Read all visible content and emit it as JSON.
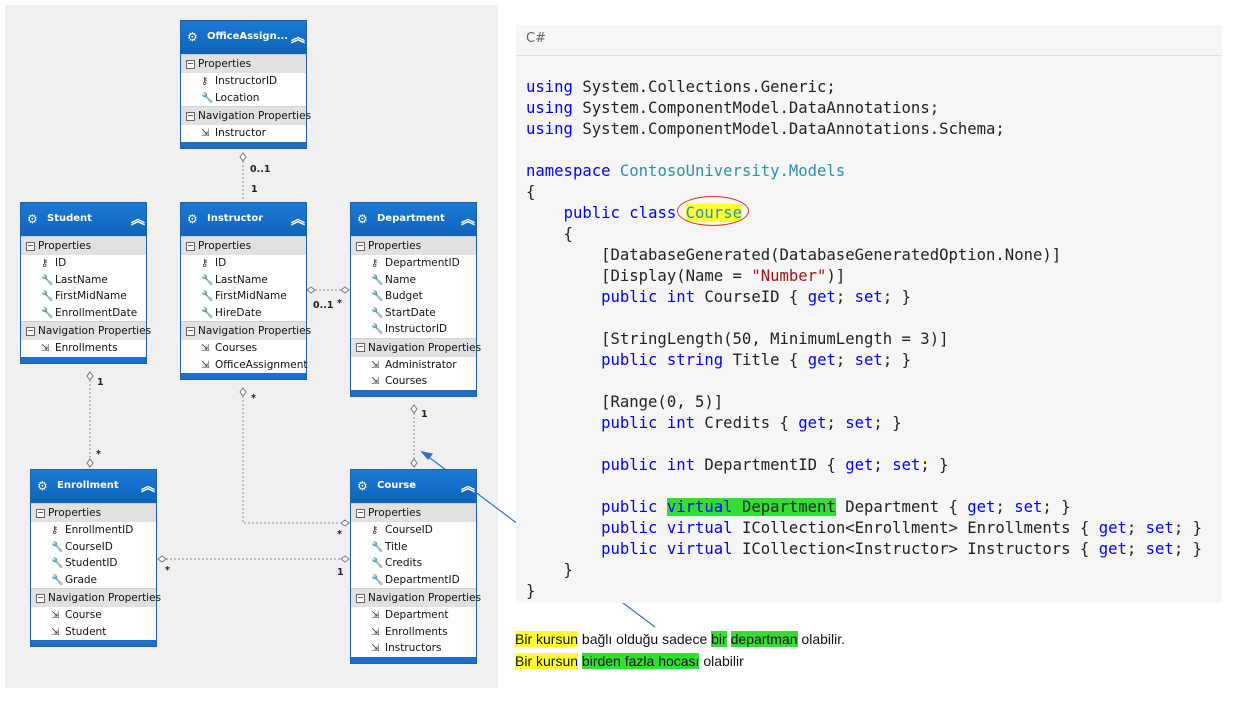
{
  "diagram": {
    "entities": [
      {
        "id": "officeassignment",
        "title": "OfficeAssign...",
        "sections": [
          {
            "label": "Properties",
            "items": [
              {
                "name": "InstructorID",
                "kind": "key"
              },
              {
                "name": "Location",
                "kind": "prop"
              }
            ]
          },
          {
            "label": "Navigation Properties",
            "items": [
              {
                "name": "Instructor",
                "kind": "nav"
              }
            ]
          }
        ]
      },
      {
        "id": "student",
        "title": "Student",
        "sections": [
          {
            "label": "Properties",
            "items": [
              {
                "name": "ID",
                "kind": "key"
              },
              {
                "name": "LastName",
                "kind": "prop"
              },
              {
                "name": "FirstMidName",
                "kind": "prop"
              },
              {
                "name": "EnrollmentDate",
                "kind": "prop"
              }
            ]
          },
          {
            "label": "Navigation Properties",
            "items": [
              {
                "name": "Enrollments",
                "kind": "nav"
              }
            ]
          }
        ]
      },
      {
        "id": "instructor",
        "title": "Instructor",
        "sections": [
          {
            "label": "Properties",
            "items": [
              {
                "name": "ID",
                "kind": "key"
              },
              {
                "name": "LastName",
                "kind": "prop"
              },
              {
                "name": "FirstMidName",
                "kind": "prop"
              },
              {
                "name": "HireDate",
                "kind": "prop"
              }
            ]
          },
          {
            "label": "Navigation Properties",
            "items": [
              {
                "name": "Courses",
                "kind": "nav"
              },
              {
                "name": "OfficeAssignment",
                "kind": "nav"
              }
            ]
          }
        ]
      },
      {
        "id": "department",
        "title": "Department",
        "sections": [
          {
            "label": "Properties",
            "items": [
              {
                "name": "DepartmentID",
                "kind": "key"
              },
              {
                "name": "Name",
                "kind": "prop"
              },
              {
                "name": "Budget",
                "kind": "prop"
              },
              {
                "name": "StartDate",
                "kind": "prop"
              },
              {
                "name": "InstructorID",
                "kind": "prop"
              }
            ]
          },
          {
            "label": "Navigation Properties",
            "items": [
              {
                "name": "Administrator",
                "kind": "nav"
              },
              {
                "name": "Courses",
                "kind": "nav"
              }
            ]
          }
        ]
      },
      {
        "id": "enrollment",
        "title": "Enrollment",
        "sections": [
          {
            "label": "Properties",
            "items": [
              {
                "name": "EnrollmentID",
                "kind": "key"
              },
              {
                "name": "CourseID",
                "kind": "prop"
              },
              {
                "name": "StudentID",
                "kind": "prop"
              },
              {
                "name": "Grade",
                "kind": "prop"
              }
            ]
          },
          {
            "label": "Navigation Properties",
            "items": [
              {
                "name": "Course",
                "kind": "nav"
              },
              {
                "name": "Student",
                "kind": "nav"
              }
            ]
          }
        ]
      },
      {
        "id": "course",
        "title": "Course",
        "sections": [
          {
            "label": "Properties",
            "items": [
              {
                "name": "CourseID",
                "kind": "key"
              },
              {
                "name": "Title",
                "kind": "prop"
              },
              {
                "name": "Credits",
                "kind": "prop"
              },
              {
                "name": "DepartmentID",
                "kind": "prop"
              }
            ]
          },
          {
            "label": "Navigation Properties",
            "items": [
              {
                "name": "Department",
                "kind": "nav"
              },
              {
                "name": "Enrollments",
                "kind": "nav"
              },
              {
                "name": "Instructors",
                "kind": "nav"
              }
            ]
          }
        ]
      }
    ],
    "multiplicities": {
      "office_side": "0..1",
      "instructor_office_side": "1",
      "student_side": "1",
      "enrollment_student_side": "*",
      "instructor_dept_side": "0..1",
      "department_instr_side": "*",
      "instructor_course_side": "*",
      "course_instr_side": "*",
      "department_course_side": "1",
      "enrollment_course_side": "*",
      "course_enroll_side": "1"
    }
  },
  "code": {
    "language": "C#",
    "lines": [
      [
        {
          "t": "using",
          "c": "kw"
        },
        {
          "t": " System.Collections.Generic;"
        }
      ],
      [
        {
          "t": "using",
          "c": "kw"
        },
        {
          "t": " System.ComponentModel.DataAnnotations;"
        }
      ],
      [
        {
          "t": "using",
          "c": "kw"
        },
        {
          "t": " System.ComponentModel.DataAnnotations.Schema;"
        }
      ],
      [],
      [
        {
          "t": "namespace",
          "c": "kw"
        },
        {
          "t": " "
        },
        {
          "t": "ContosoUniversity.Models",
          "c": "ns"
        }
      ],
      [
        {
          "t": "{"
        }
      ],
      [
        {
          "t": "    "
        },
        {
          "t": "public",
          "c": "kw"
        },
        {
          "t": " "
        },
        {
          "t": "class",
          "c": "kw"
        },
        {
          "t": " "
        },
        {
          "t": "Course",
          "c": "ns hly"
        }
      ],
      [
        {
          "t": "    {"
        }
      ],
      [
        {
          "t": "        [DatabaseGenerated(DatabaseGeneratedOption.None)]"
        }
      ],
      [
        {
          "t": "        [Display(Name = "
        },
        {
          "t": "\"Number\"",
          "c": "str"
        },
        {
          "t": ")]"
        }
      ],
      [
        {
          "t": "        "
        },
        {
          "t": "public",
          "c": "kw"
        },
        {
          "t": " "
        },
        {
          "t": "int",
          "c": "kw"
        },
        {
          "t": " CourseID { "
        },
        {
          "t": "get",
          "c": "kw"
        },
        {
          "t": "; "
        },
        {
          "t": "set",
          "c": "kw"
        },
        {
          "t": "; }"
        }
      ],
      [],
      [
        {
          "t": "        [StringLength(50, MinimumLength = 3)]"
        }
      ],
      [
        {
          "t": "        "
        },
        {
          "t": "public",
          "c": "kw"
        },
        {
          "t": " "
        },
        {
          "t": "string",
          "c": "kw"
        },
        {
          "t": " Title { "
        },
        {
          "t": "get",
          "c": "kw"
        },
        {
          "t": "; "
        },
        {
          "t": "set",
          "c": "kw"
        },
        {
          "t": "; }"
        }
      ],
      [],
      [
        {
          "t": "        [Range(0, 5)]"
        }
      ],
      [
        {
          "t": "        "
        },
        {
          "t": "public",
          "c": "kw"
        },
        {
          "t": " "
        },
        {
          "t": "int",
          "c": "kw"
        },
        {
          "t": " Credits { "
        },
        {
          "t": "get",
          "c": "kw"
        },
        {
          "t": "; "
        },
        {
          "t": "set",
          "c": "kw"
        },
        {
          "t": "; }"
        }
      ],
      [],
      [
        {
          "t": "        "
        },
        {
          "t": "public",
          "c": "kw"
        },
        {
          "t": " "
        },
        {
          "t": "int",
          "c": "kw"
        },
        {
          "t": " DepartmentID { "
        },
        {
          "t": "get",
          "c": "kw"
        },
        {
          "t": "; "
        },
        {
          "t": "set",
          "c": "kw"
        },
        {
          "t": "; }"
        }
      ],
      [],
      [
        {
          "t": "        "
        },
        {
          "t": "public",
          "c": "kw"
        },
        {
          "t": " "
        },
        {
          "t": "virtual",
          "c": "kw hlg"
        },
        {
          "t": " Department",
          "c": "hlg"
        },
        {
          "t": " Department { "
        },
        {
          "t": "get",
          "c": "kw"
        },
        {
          "t": "; "
        },
        {
          "t": "set",
          "c": "kw"
        },
        {
          "t": "; }"
        }
      ],
      [
        {
          "t": "        "
        },
        {
          "t": "public",
          "c": "kw"
        },
        {
          "t": " "
        },
        {
          "t": "virtual",
          "c": "kw"
        },
        {
          "t": " ICollection<Enrollment> Enrollments { "
        },
        {
          "t": "get",
          "c": "kw"
        },
        {
          "t": "; "
        },
        {
          "t": "set",
          "c": "kw"
        },
        {
          "t": "; }"
        }
      ],
      [
        {
          "t": "        "
        },
        {
          "t": "public",
          "c": "kw"
        },
        {
          "t": " "
        },
        {
          "t": "virtual",
          "c": "kw"
        },
        {
          "t": " ICollection<Instructor> Instructors { "
        },
        {
          "t": "get",
          "c": "kw"
        },
        {
          "t": "; "
        },
        {
          "t": "set",
          "c": "kw"
        },
        {
          "t": "; }"
        }
      ],
      [
        {
          "t": "    }"
        }
      ],
      [
        {
          "t": "}"
        }
      ]
    ]
  },
  "notes": [
    [
      {
        "t": "Bir kursun",
        "c": "hly"
      },
      {
        "t": " bağlı olduğu sadece "
      },
      {
        "t": "bir",
        "c": "hlg"
      },
      {
        "t": " "
      },
      {
        "t": "departman",
        "c": "hlg"
      },
      {
        "t": " olabilir."
      }
    ],
    [
      {
        "t": "Bir kursun",
        "c": "hly"
      },
      {
        "t": " "
      },
      {
        "t": "birden fazla hocası",
        "c": "hlg"
      },
      {
        "t": " olabilir"
      }
    ]
  ],
  "colors": {
    "entity_header": "#1c7ad6",
    "keyword": "#0000ff",
    "type": "#2b91af",
    "string": "#a31515",
    "highlight_yellow": "#ffff33",
    "highlight_green": "#33dd33",
    "arrow": "#3a6fc4",
    "circle": "#e0302e"
  }
}
